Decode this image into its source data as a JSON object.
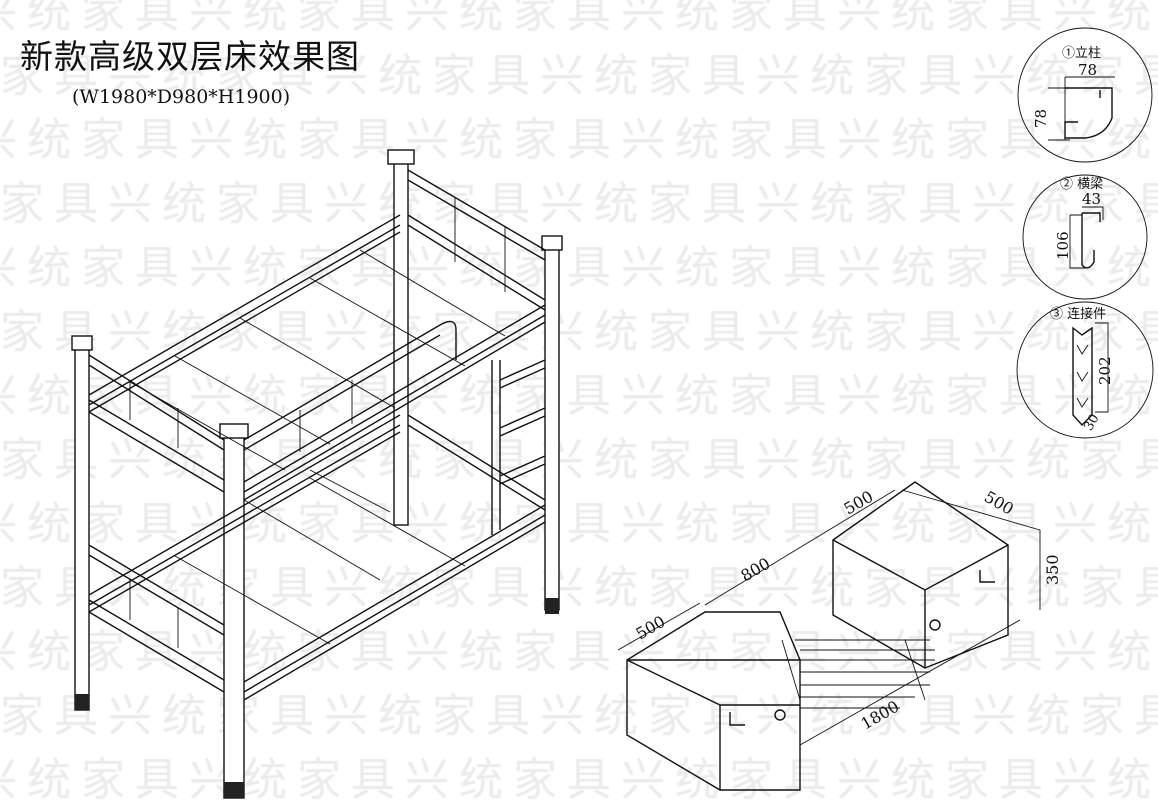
{
  "watermark": "兴统家具",
  "title": "新款高级双层床效果图",
  "subtitle": "(W1980*D980*H1900)",
  "details": [
    {
      "label": "①立柱",
      "dims": [
        "78",
        "78"
      ]
    },
    {
      "label": "② 横梁",
      "dims": [
        "43",
        "106"
      ]
    },
    {
      "label": "③ 连接件",
      "dims": [
        "202",
        "30"
      ]
    }
  ],
  "cabinet_dims": {
    "left_depth": "500",
    "middle_gap": "800",
    "right_width": "500",
    "right_depth": "500",
    "height": "350",
    "total_length": "1800"
  }
}
